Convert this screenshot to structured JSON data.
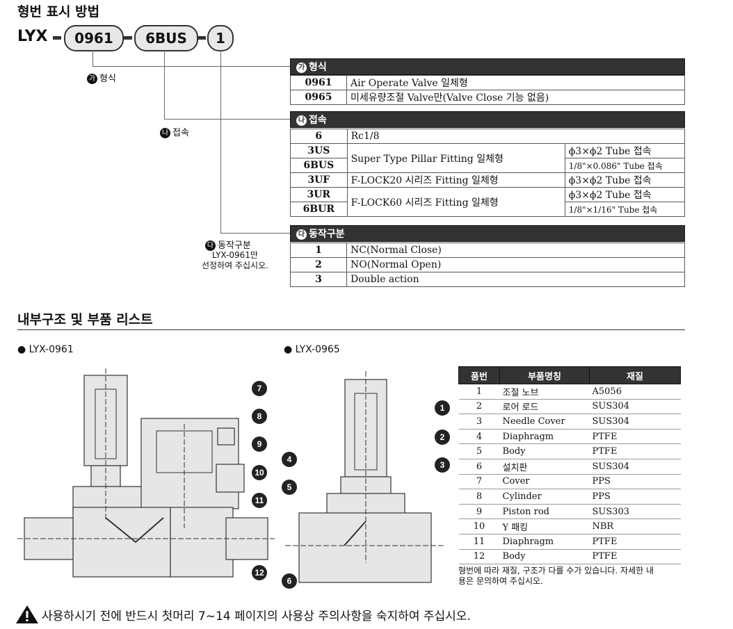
{
  "title_code": "형번 표시 방법",
  "code": {
    "prefix": "LYX",
    "type": "0961",
    "conn": "6BUS",
    "action": "1"
  },
  "labels": {
    "type": "형식",
    "conn": "접속",
    "action": "동작구분",
    "action_note1": "LYX-0961만",
    "action_note2": "선정하여 주십시오.",
    "ga": "가",
    "na": "나",
    "da": "다"
  },
  "type_table": {
    "header": "형식",
    "rows": [
      {
        "code": "0961",
        "desc": "Air Operate Valve 일체형"
      },
      {
        "code": "0965",
        "desc": "미세유량조절 Valve만(Valve Close 기능 없음)"
      }
    ]
  },
  "conn_table": {
    "header": "접속",
    "rows": [
      {
        "code": "6",
        "desc": "Rc1/8",
        "tube": ""
      },
      {
        "code": "3US",
        "desc": "Super Type Pillar Fitting 일체형",
        "tube": "ϕ3×ϕ2 Tube 접속"
      },
      {
        "code": "6BUS",
        "desc": "",
        "tube": "1/8\"×0.086\" Tube 접속"
      },
      {
        "code": "3UF",
        "desc": "F-LOCK20 시리즈   Fitting 일체형",
        "tube": "ϕ3×ϕ2 Tube 접속"
      },
      {
        "code": "3UR",
        "desc": "F-LOCK60 시리즈   Fitting 일체형",
        "tube": "ϕ3×ϕ2 Tube 접속"
      },
      {
        "code": "6BUR",
        "desc": "",
        "tube": "1/8\"×1/16\" Tube 접속"
      }
    ]
  },
  "action_table": {
    "header": "동작구분",
    "rows": [
      {
        "code": "1",
        "desc": "NC(Normal Close)"
      },
      {
        "code": "2",
        "desc": "NO(Normal Open)"
      },
      {
        "code": "3",
        "desc": "Double action"
      }
    ]
  },
  "title_struct": "내부구조 및 부품 리스트",
  "model_a": "● LYX-0961",
  "model_b": "● LYX-0965",
  "parts": {
    "headers": [
      "품번",
      "부품명칭",
      "재질"
    ],
    "rows": [
      [
        "1",
        "조절 노브",
        "A5056"
      ],
      [
        "2",
        "로어 로드",
        "SUS304"
      ],
      [
        "3",
        "Needle Cover",
        "SUS304"
      ],
      [
        "4",
        "Diaphragm",
        "PTFE"
      ],
      [
        "5",
        "Body",
        "PTFE"
      ],
      [
        "6",
        "설치판",
        "SUS304"
      ],
      [
        "7",
        "Cover",
        "PPS"
      ],
      [
        "8",
        "Cylinder",
        "PPS"
      ],
      [
        "9",
        "Piston rod",
        "SUS303"
      ],
      [
        "10",
        "Y 패킹",
        "NBR"
      ],
      [
        "11",
        "Diaphragm",
        "PTFE"
      ],
      [
        "12",
        "Body",
        "PTFE"
      ]
    ]
  },
  "parts_note1": "형번에 따라 재질, 구조가 다를 수가 있습니다. 자세한 내",
  "parts_note2": "용은 문의하여 주십시오.",
  "warning": "사용하시기 전에 반드시 첫머리 7~14 페이지의 사용상 주의사항을 숙지하여 주십시오."
}
